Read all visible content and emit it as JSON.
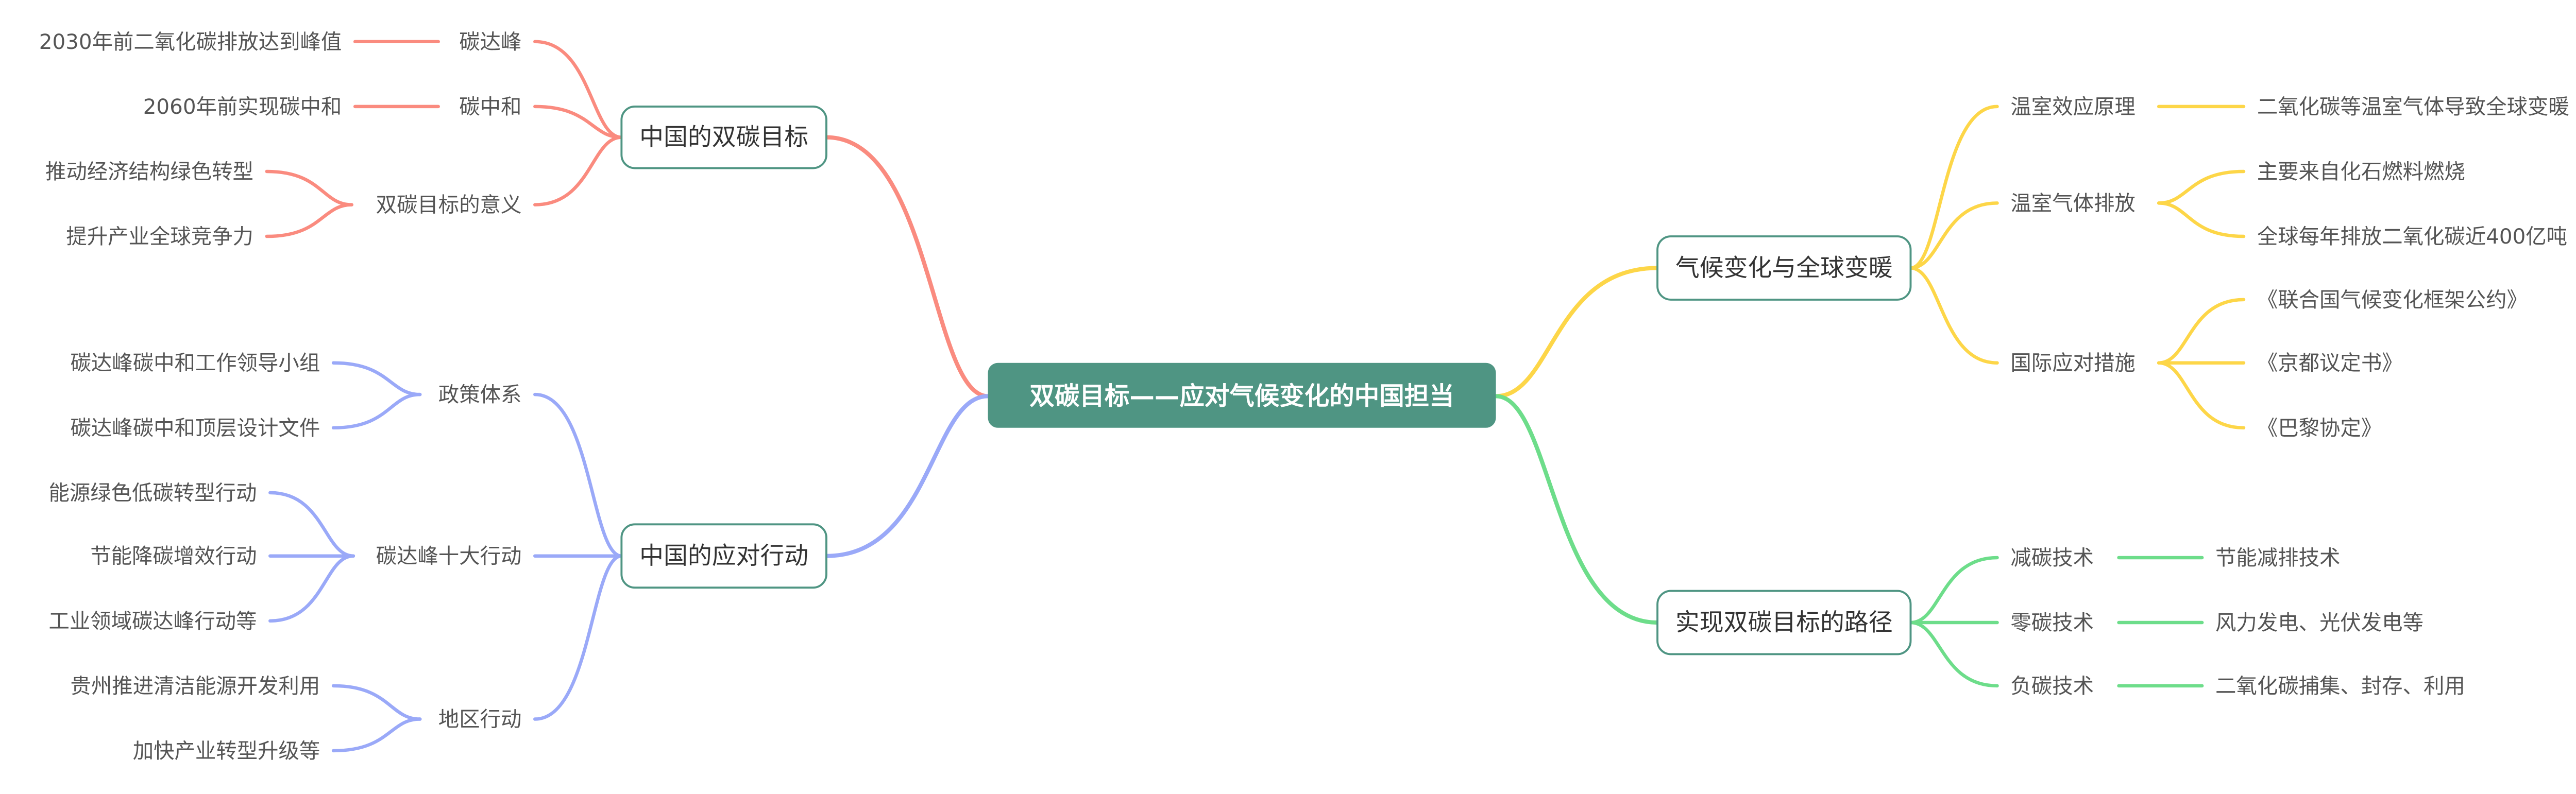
{
  "title": "双碳目标——应对气候变化的中国担当",
  "colors": {
    "center_bg": "#4f9583",
    "box_border": "#4f9583",
    "text": "#555555"
  },
  "branches": [
    {
      "label": "中国的双碳目标",
      "color": "#fa8b7f",
      "children": [
        {
          "label": "碳达峰",
          "children": [
            "2030年前二氧化碳排放达到峰值"
          ]
        },
        {
          "label": "碳中和",
          "children": [
            "2060年前实现碳中和"
          ]
        },
        {
          "label": "双碳目标的意义",
          "children": [
            "推动经济结构绿色转型",
            "提升产业全球竞争力"
          ]
        }
      ]
    },
    {
      "label": "中国的应对行动",
      "color": "#9aa9f8",
      "children": [
        {
          "label": "政策体系",
          "children": [
            "碳达峰碳中和工作领导小组",
            "碳达峰碳中和顶层设计文件"
          ]
        },
        {
          "label": "碳达峰十大行动",
          "children": [
            "能源绿色低碳转型行动",
            "节能降碳增效行动",
            "工业领域碳达峰行动等"
          ]
        },
        {
          "label": "地区行动",
          "children": [
            "贵州推进清洁能源开发利用",
            "加快产业转型升级等"
          ]
        }
      ]
    },
    {
      "label": "气候变化与全球变暖",
      "color": "#fdd648",
      "children": [
        {
          "label": "温室效应原理",
          "children": [
            "二氧化碳等温室气体导致全球变暖"
          ]
        },
        {
          "label": "温室气体排放",
          "children": [
            "主要来自化石燃料燃烧",
            "全球每年排放二氧化碳近400亿吨"
          ]
        },
        {
          "label": "国际应对措施",
          "children": [
            "《联合国气候变化框架公约》",
            "《京都议定书》",
            "《巴黎协定》"
          ]
        }
      ]
    },
    {
      "label": "实现双碳目标的路径",
      "color": "#6ddd8a",
      "children": [
        {
          "label": "减碳技术",
          "children": [
            "节能减排技术"
          ]
        },
        {
          "label": "零碳技术",
          "children": [
            "风力发电、光伏发电等"
          ]
        },
        {
          "label": "负碳技术",
          "children": [
            "二氧化碳捕集、封存、利用"
          ]
        }
      ]
    }
  ]
}
